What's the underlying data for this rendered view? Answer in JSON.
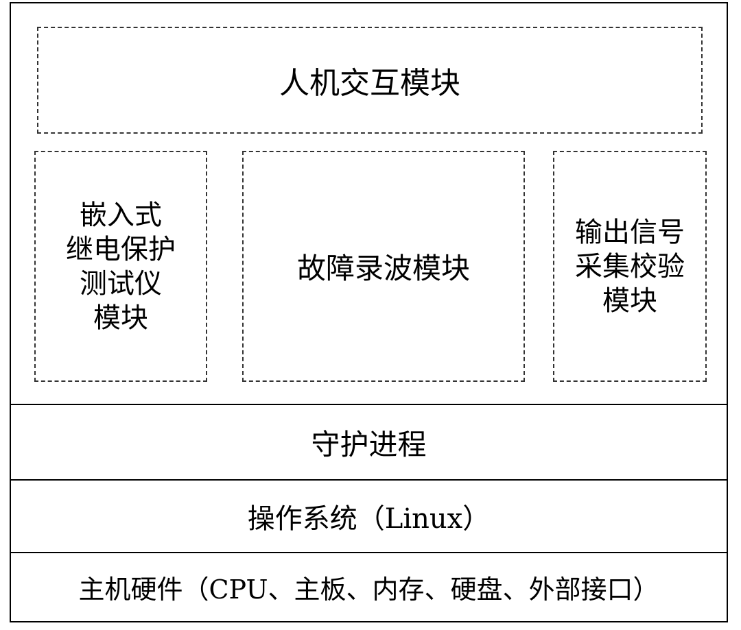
{
  "diagram": {
    "hci_module": "人机交互模块",
    "relay_tester_module": {
      "lines": [
        "嵌入式",
        "继电保护",
        "测试仪",
        "模块"
      ]
    },
    "fault_recording_module": "故障录波模块",
    "output_signal_module": {
      "lines": [
        "输出信号",
        "采集校验",
        "模块"
      ]
    },
    "daemon_layer": "守护进程",
    "os_layer": "操作系统（Linux）",
    "hardware_layer": "主机硬件（CPU、主板、内存、硬盘、外部接口）"
  }
}
